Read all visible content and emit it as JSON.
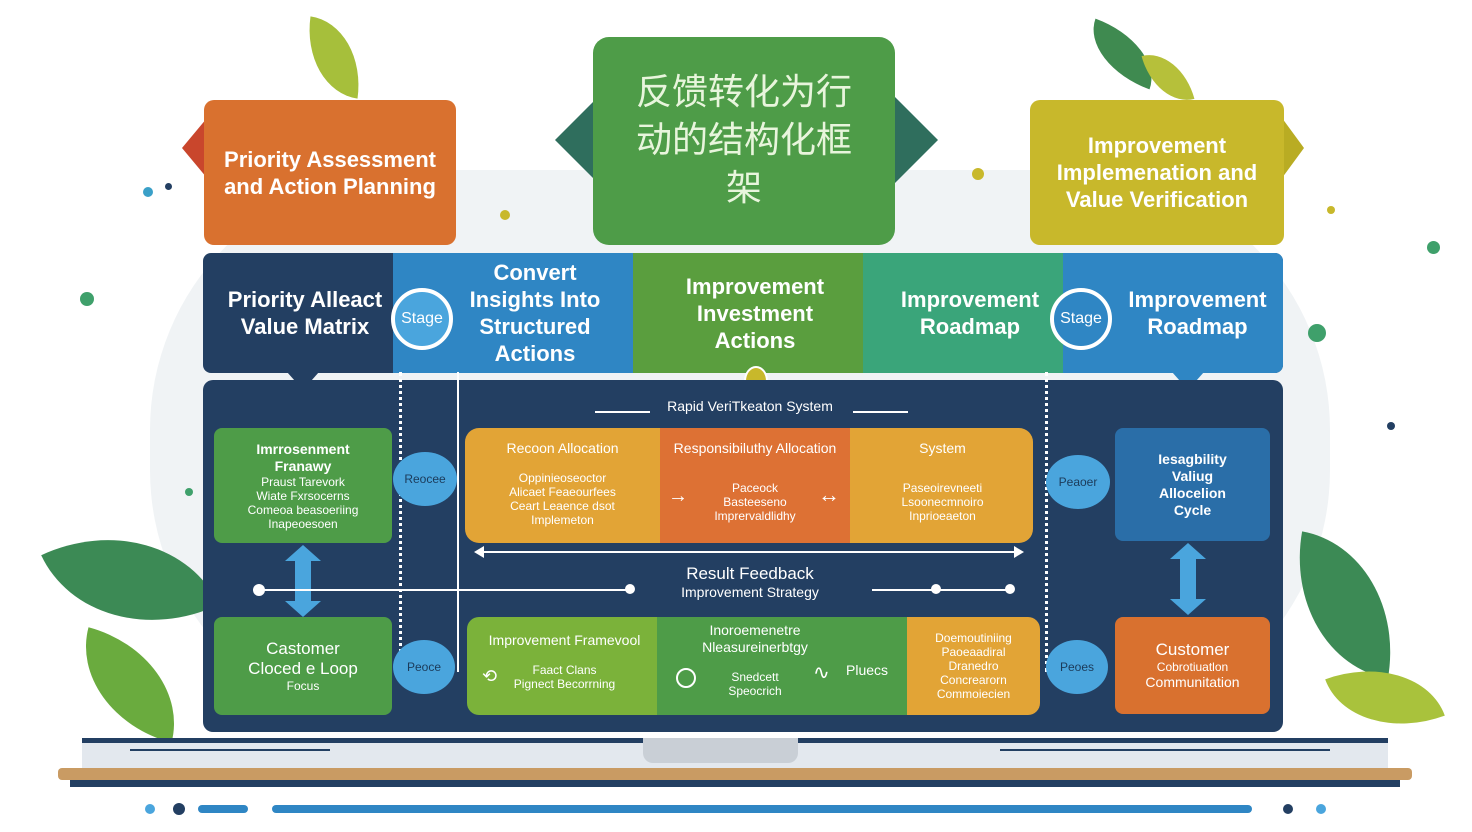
{
  "title": "反馈转化为行动的结构化框架",
  "top_left": "Priority Assessment and Action Planning",
  "top_right": "Improvement Implemenation and Value Verification",
  "stages": [
    {
      "text": "Priority Alleact Value Matrix"
    },
    {
      "text": "Convert Insights Into Structured Actions"
    },
    {
      "text": "Improvement Investment Actions"
    },
    {
      "text": "Improvement Roadmap"
    },
    {
      "text": "Improvement Roadmap"
    }
  ],
  "stage_badges": [
    "Stage",
    "Stage"
  ],
  "left_panel": {
    "top_title": "Imrrosenment Franawy",
    "top_lines": [
      "Praust Tarevork",
      "Wiate Fxrsocerns",
      "Comeoa beasoeriing",
      "Inapeoesoen"
    ],
    "bottom": [
      "Castomer",
      "Cloced e Loop",
      "Focus"
    ]
  },
  "right_panel": {
    "top": [
      "Iesagbility",
      "Valiug",
      "Allocelion",
      "Cycle"
    ],
    "bottom": [
      "Customer",
      "Cobrotiuatlon",
      "Communitation"
    ]
  },
  "rapid_label": "Rapid VeriTkeaton System",
  "orange_bar": {
    "headers": [
      "Recoon Allocation",
      "Responsibiluthy Allocation",
      "System"
    ],
    "col1": [
      "Oppinieoseoctor",
      "Alicaet Feaeourfees",
      "Ceart Leaence dsot",
      "Implemeton"
    ],
    "col2": [
      "Paceock",
      "Basteeseno",
      "Imprervaldlidhy"
    ],
    "col3": [
      "Paseoirevneeti",
      "Lsoonecmnoiro",
      "Inprioeaeton"
    ]
  },
  "result_feedback": [
    "Result Feedback",
    "Improvement Strategy"
  ],
  "green_bar": {
    "col1_title": "Improvement Framevool",
    "col1_lines": [
      "Faact Clans",
      "Pignect Becorrning"
    ],
    "col2_title": [
      "Inoroemenetre",
      "Nleasureinerbtgy"
    ],
    "col2_lines": [
      "Snedcett",
      "Speocrich"
    ],
    "col2_extra": "Pluecs",
    "col3": [
      "Doemoutiniing",
      "Paoeaadiral",
      "Dranedro",
      "Concrearorn",
      "Commoiecien"
    ]
  },
  "process_bubbles": [
    "Reocee",
    "Peaoer",
    "Peoce",
    "Peoes"
  ],
  "colors": {
    "navy": "#233f62",
    "green": "#4e9c48",
    "orange": "#d9712f",
    "yellow": "#c8b82b",
    "blue": "#2f86c4",
    "bubble": "#4aa5dd"
  }
}
